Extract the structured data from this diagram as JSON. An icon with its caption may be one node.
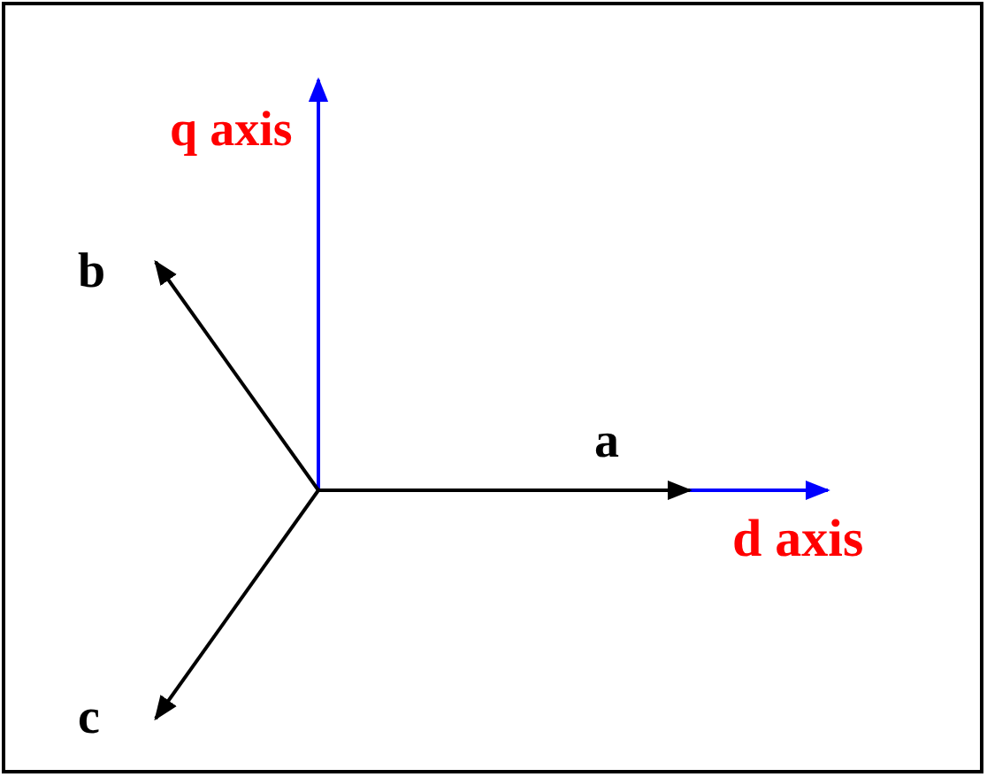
{
  "diagram": {
    "labels": [
      "q axis",
      "b",
      "a",
      "d axis",
      "c"
    ]
  }
}
